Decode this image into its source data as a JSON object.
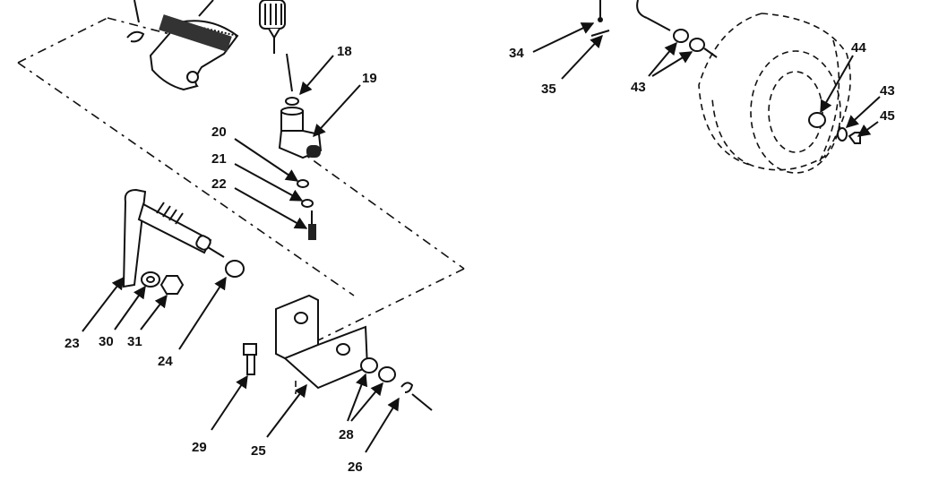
{
  "diagram": {
    "callouts": [
      "18",
      "19",
      "20",
      "21",
      "22",
      "23",
      "30",
      "31",
      "24",
      "29",
      "25",
      "28",
      "26",
      "34",
      "35",
      "43",
      "43",
      "44",
      "45"
    ]
  }
}
